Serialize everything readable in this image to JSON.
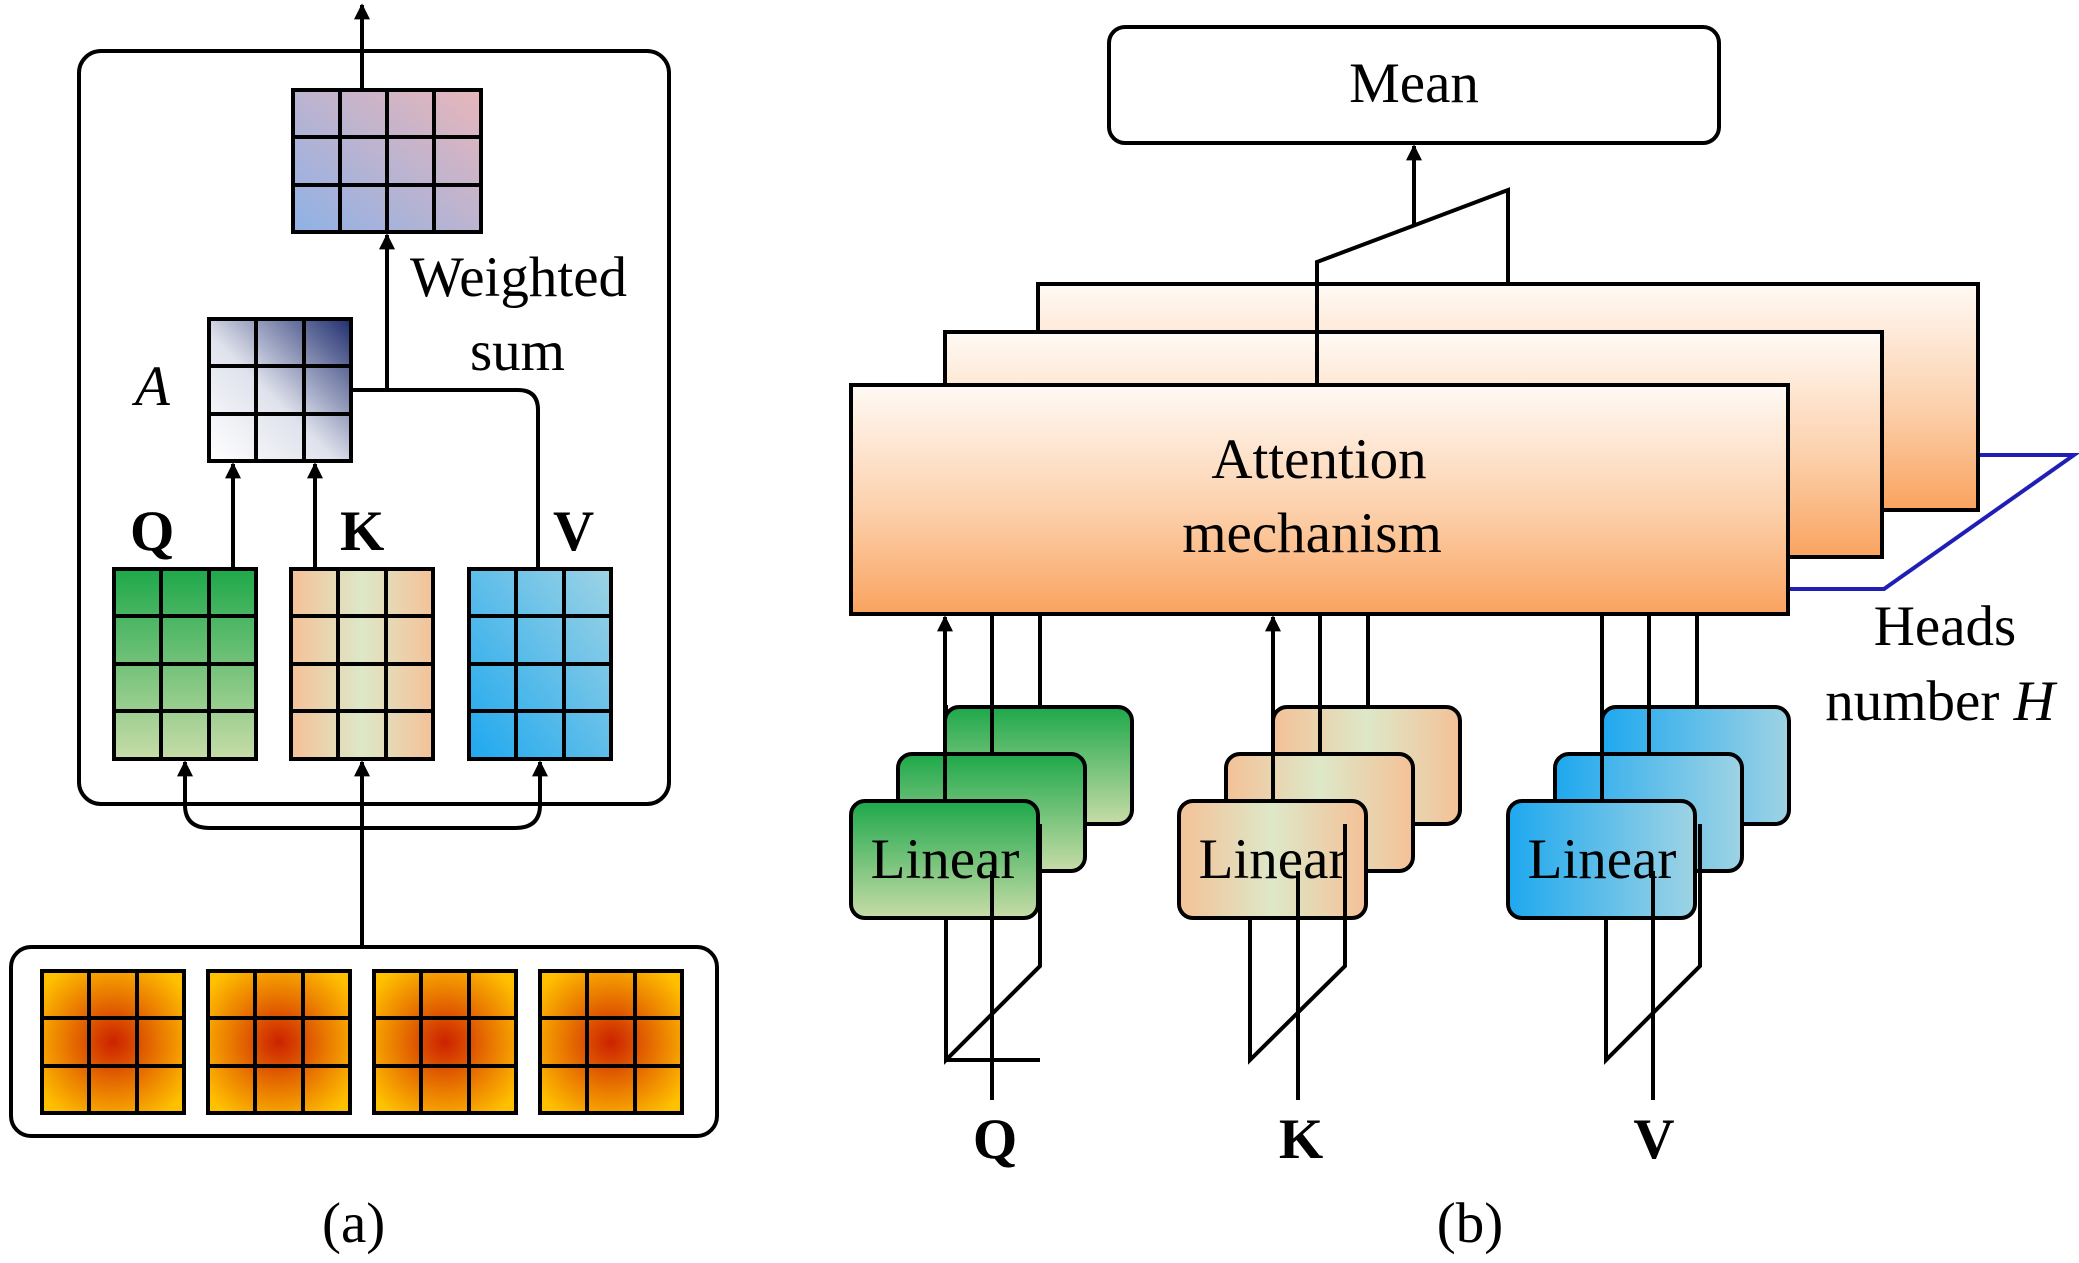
{
  "panel_a": {
    "caption": "(a)",
    "weighted_sum_line1": "Weighted",
    "weighted_sum_line2": "sum",
    "attention_label": "A",
    "q_label": "Q",
    "k_label": "K",
    "v_label": "V"
  },
  "panel_b": {
    "caption": "(b)",
    "mean_label": "Mean",
    "attention_line1": "Attention",
    "attention_line2": "mechanism",
    "heads_line1": "Heads",
    "heads_line2_prefix": "number ",
    "heads_symbol": "H",
    "linear_label": "Linear",
    "q_label": "Q",
    "k_label": "K",
    "v_label": "V"
  },
  "colors": {
    "q_dark": "#1ea84a",
    "q_light": "#c7dca8",
    "k_dark": "#f4c197",
    "k_light": "#dde8c8",
    "v_dark": "#1ea8ef",
    "v_light": "#9ed3e4",
    "attention_top": "#fffaf5",
    "attention_bottom": "#f9a35f",
    "heads_outline": "#1f1fb8",
    "feature_center": "#cc2200",
    "feature_edge": "#ffc000"
  }
}
